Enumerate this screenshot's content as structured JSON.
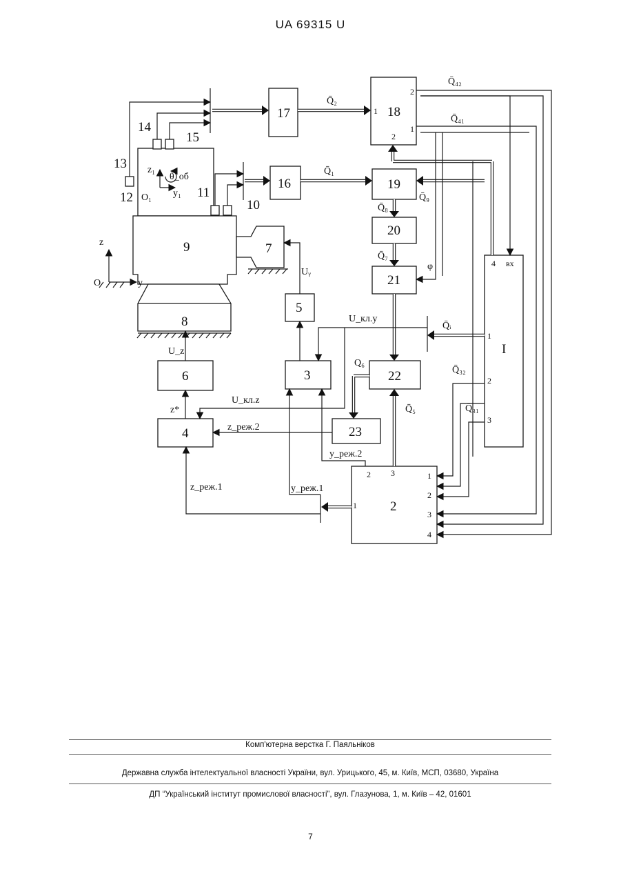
{
  "header": {
    "doc_number": "UA   69315   U"
  },
  "diagram": {
    "blocks": {
      "b1": "I",
      "b2": "2",
      "b3": "3",
      "b4": "4",
      "b5": "5",
      "b6": "6",
      "b7": "7",
      "b8": "8",
      "b9": "9",
      "b16": "16",
      "b17": "17",
      "b18": "18",
      "b19": "19",
      "b20": "20",
      "b21": "21",
      "b22": "22",
      "b23": "23"
    },
    "sensor_labels": {
      "s10": "10",
      "s11": "11",
      "s12": "12",
      "s13": "13",
      "s14": "14",
      "s15": "15"
    },
    "signals": {
      "q2": "Q̄₂",
      "q1": "Q̄₁",
      "q41": "Q̄₄₁",
      "q42": "Q̄₄₂",
      "q9": "Q̄₉",
      "q8": "Q̄₈",
      "q7": "Q̄₇",
      "q6": "Q₆",
      "q5": "Q̄₅",
      "qi": "Q̄ᵢ",
      "q31": "Q̄₃₁",
      "q32": "Q̄₃₂",
      "phi": "φ",
      "uy": "Uᵧ",
      "uz": "U_z",
      "ukly": "U_кл.у",
      "uklz": "U_кл.z",
      "zstar": "z*",
      "zrezh1": "z_реж.1",
      "zrezh2": "z_реж.2",
      "yrezh1": "y_реж.1",
      "yrezh2": "y_реж.2"
    },
    "axes": {
      "origin": "O",
      "z": "z",
      "y": "y",
      "o1": "O₁",
      "z1": "z₁",
      "y1": "y₁",
      "theta": "θ_об"
    },
    "ports": {
      "b18_in1": "1",
      "b18_out2": "2",
      "b18_out1": "1",
      "b18_bot2": "2",
      "b1_p4": "4",
      "b1_vx": "вх",
      "b1_p1": "1",
      "b1_p2": "2",
      "b1_p3": "3",
      "b2_p2": "2",
      "b2_p3": "3",
      "b2_in1": "1",
      "b2_r1": "1",
      "b2_r2": "2",
      "b2_r3": "3",
      "b2_r4": "4"
    }
  },
  "footer": {
    "line1": "Комп'ютерна верстка Г. Паяльніков",
    "line2": "Державна служба інтелектуальної власності України, вул. Урицького, 45, м. Київ, МСП, 03680, Україна",
    "line3": "ДП “Український інститут промислової власності”, вул. Глазунова, 1, м. Київ – 42, 01601"
  },
  "page_number": "7"
}
